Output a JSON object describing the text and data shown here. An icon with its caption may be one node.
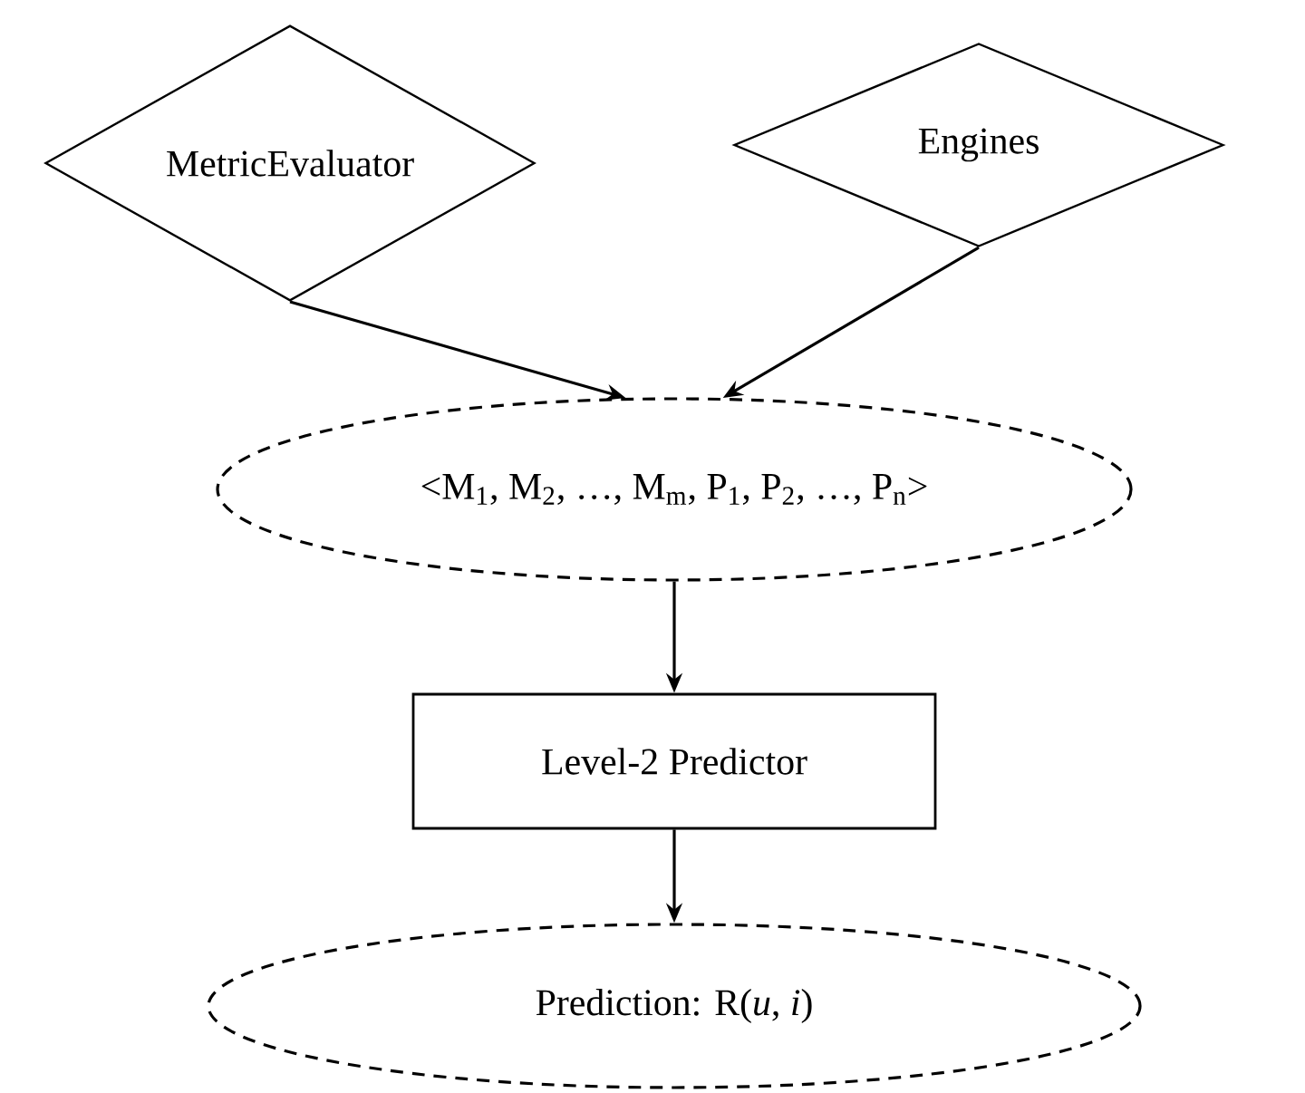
{
  "diagram": {
    "nodes": [
      {
        "text": [
          "MetricEvaluator"
        ]
      },
      {
        "text": [
          "Engines"
        ]
      },
      {
        "text": [
          "<M$_{1}$, M$_{2}$, …, M$_{m}$, P$_{1}$, P$_{2}$, …, P$_{n}$>"
        ]
      },
      {
        "text": [
          "Level-2 Predictor"
        ]
      },
      {
        "text": [
          "Prediction: R(*u*, *i*)"
        ]
      }
    ],
    "edges": [
      {
        "from": 0,
        "to": 2,
        "arrow": "to"
      },
      {
        "from": 1,
        "to": 2,
        "arrow": "to"
      },
      {
        "from": 2,
        "to": 3,
        "arrow": "to"
      },
      {
        "from": 3,
        "to": 4,
        "arrow": "to"
      }
    ]
  }
}
